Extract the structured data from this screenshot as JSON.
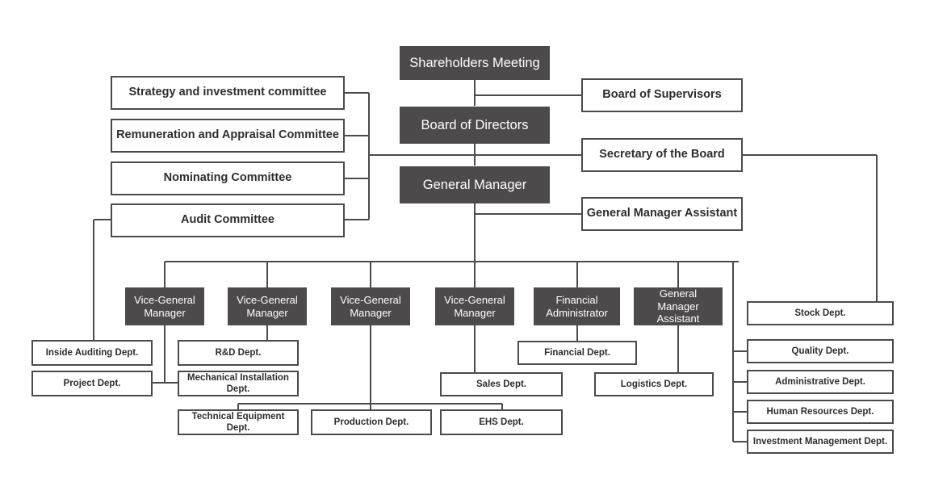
{
  "chart_data": {
    "type": "diagram",
    "title": "Corporate Organizational Structure Chart",
    "colors": {
      "executive_fill": "#4d4a4b",
      "executive_text": "#ffffff",
      "box_border": "#4d4a4b",
      "box_fill": "#ffffff",
      "box_text": "#2f2d2e",
      "connector": "#4d4a4b",
      "background": "#ffffff"
    },
    "levels": [
      {
        "name": "governance",
        "nodes": [
          "Shareholders Meeting",
          "Board of Directors",
          "General Manager"
        ]
      },
      {
        "name": "board-committees",
        "nodes": [
          "Strategy and investment committee",
          "Remuneration and Appraisal Committee",
          "Nominating Committee",
          "Audit Committee"
        ]
      },
      {
        "name": "board-support",
        "nodes": [
          "Board of Supervisors",
          "Secretary of the Board",
          "General Manager Assistant"
        ]
      },
      {
        "name": "executives",
        "nodes": [
          "Vice-General Manager",
          "Vice-General Manager",
          "Vice-General Manager",
          "Vice-General Manager",
          "Financial Administrator",
          "General Manager Assistant"
        ]
      },
      {
        "name": "departments",
        "nodes": [
          "Inside Auditing Dept.",
          "Project Dept.",
          "R&D Dept.",
          "Mechanical Installation Dept.",
          "Technical Equipment Dept.",
          "Production Dept.",
          "EHS Dept.",
          "Sales Dept.",
          "Financial Dept.",
          "Logistics Dept.",
          "Stock Dept.",
          "Quality Dept.",
          "Administrative Dept.",
          "Human Resources Dept.",
          "Investment Management Dept."
        ]
      }
    ],
    "edges": [
      {
        "from": "Shareholders Meeting",
        "to": "Board of Directors"
      },
      {
        "from": "Shareholders Meeting",
        "to": "Board of Supervisors"
      },
      {
        "from": "Board of Directors",
        "to": "General Manager"
      },
      {
        "from": "Board of Directors",
        "to": "Secretary of the Board"
      },
      {
        "from": "Board of Directors",
        "to": "Strategy and investment committee"
      },
      {
        "from": "Board of Directors",
        "to": "Remuneration and Appraisal Committee"
      },
      {
        "from": "Board of Directors",
        "to": "Nominating Committee"
      },
      {
        "from": "Board of Directors",
        "to": "Audit Committee"
      },
      {
        "from": "Audit Committee",
        "to": "Inside Auditing Dept."
      },
      {
        "from": "Secretary of the Board",
        "to": "Stock Dept."
      },
      {
        "from": "General Manager",
        "to": "General Manager Assistant"
      },
      {
        "from": "General Manager",
        "to": "Vice-General Manager 1"
      },
      {
        "from": "General Manager",
        "to": "Vice-General Manager 2"
      },
      {
        "from": "General Manager",
        "to": "Vice-General Manager 3"
      },
      {
        "from": "General Manager",
        "to": "Vice-General Manager 4"
      },
      {
        "from": "General Manager",
        "to": "Financial Administrator"
      },
      {
        "from": "General Manager",
        "to": "General Manager Assistant (exec)"
      },
      {
        "from": "General Manager",
        "to": "Quality Dept."
      },
      {
        "from": "General Manager",
        "to": "Administrative Dept."
      },
      {
        "from": "General Manager",
        "to": "Human Resources Dept."
      },
      {
        "from": "General Manager",
        "to": "Investment Management Dept."
      },
      {
        "from": "Vice-General Manager 1",
        "to": "Project Dept."
      },
      {
        "from": "Vice-General Manager 1",
        "to": "Mechanical Installation Dept."
      },
      {
        "from": "Vice-General Manager 2",
        "to": "R&D Dept."
      },
      {
        "from": "Vice-General Manager 3",
        "to": "Production Dept."
      },
      {
        "from": "Vice-General Manager 3",
        "to": "Technical Equipment Dept."
      },
      {
        "from": "Vice-General Manager 3",
        "to": "EHS Dept."
      },
      {
        "from": "Vice-General Manager 4",
        "to": "Sales Dept."
      },
      {
        "from": "Financial Administrator",
        "to": "Financial Dept."
      },
      {
        "from": "General Manager Assistant (exec)",
        "to": "Logistics Dept."
      }
    ]
  },
  "governance": {
    "shareholders_meeting": "Shareholders Meeting",
    "board_of_directors": "Board of Directors",
    "general_manager": "General Manager"
  },
  "committees": {
    "strategy": "Strategy and investment committee",
    "remuneration": "Remuneration and Appraisal Committee",
    "nominating": "Nominating Committee",
    "audit": "Audit Committee"
  },
  "board_support": {
    "supervisors": "Board of Supervisors",
    "secretary": "Secretary of the Board",
    "gm_assistant": "General Manager Assistant"
  },
  "executives": {
    "vgm1": "Vice-General Manager",
    "vgm2": "Vice-General Manager",
    "vgm3": "Vice-General Manager",
    "vgm4": "Vice-General Manager",
    "financial_administrator": "Financial Administrator",
    "gm_assistant_exec": "General Manager Assistant"
  },
  "departments": {
    "inside_auditing": "Inside Auditing Dept.",
    "project": "Project Dept.",
    "rd": "R&D Dept.",
    "mechanical_installation": "Mechanical Installation Dept.",
    "technical_equipment": "Technical Equipment Dept.",
    "production": "Production Dept.",
    "ehs": "EHS Dept.",
    "sales": "Sales Dept.",
    "financial": "Financial Dept.",
    "logistics": "Logistics Dept.",
    "stock": "Stock Dept.",
    "quality": "Quality Dept.",
    "administrative": "Administrative Dept.",
    "human_resources": "Human Resources Dept.",
    "investment_management": "Investment Management Dept."
  }
}
